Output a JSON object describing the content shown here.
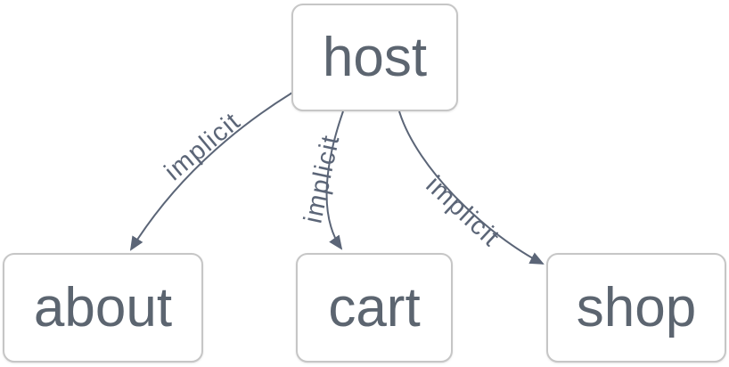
{
  "diagram": {
    "type": "flowchart",
    "direction": "top-down",
    "nodes": [
      {
        "id": "host",
        "label": "host"
      },
      {
        "id": "about",
        "label": "about"
      },
      {
        "id": "cart",
        "label": "cart"
      },
      {
        "id": "shop",
        "label": "shop"
      }
    ],
    "edges": [
      {
        "from": "host",
        "to": "about",
        "label": "implicit",
        "arrow": "filled-triangle"
      },
      {
        "from": "host",
        "to": "cart",
        "label": "implicit",
        "arrow": "filled-triangle"
      },
      {
        "from": "host",
        "to": "shop",
        "label": "implicit",
        "arrow": "filled-triangle"
      }
    ],
    "colors": {
      "background": "#ffffff",
      "node_fill": "#ffffff",
      "node_border": "#c6c6c6",
      "node_text": "#5c6570",
      "edge_stroke": "#5b6577",
      "edge_label_text": "#5b6577"
    }
  }
}
